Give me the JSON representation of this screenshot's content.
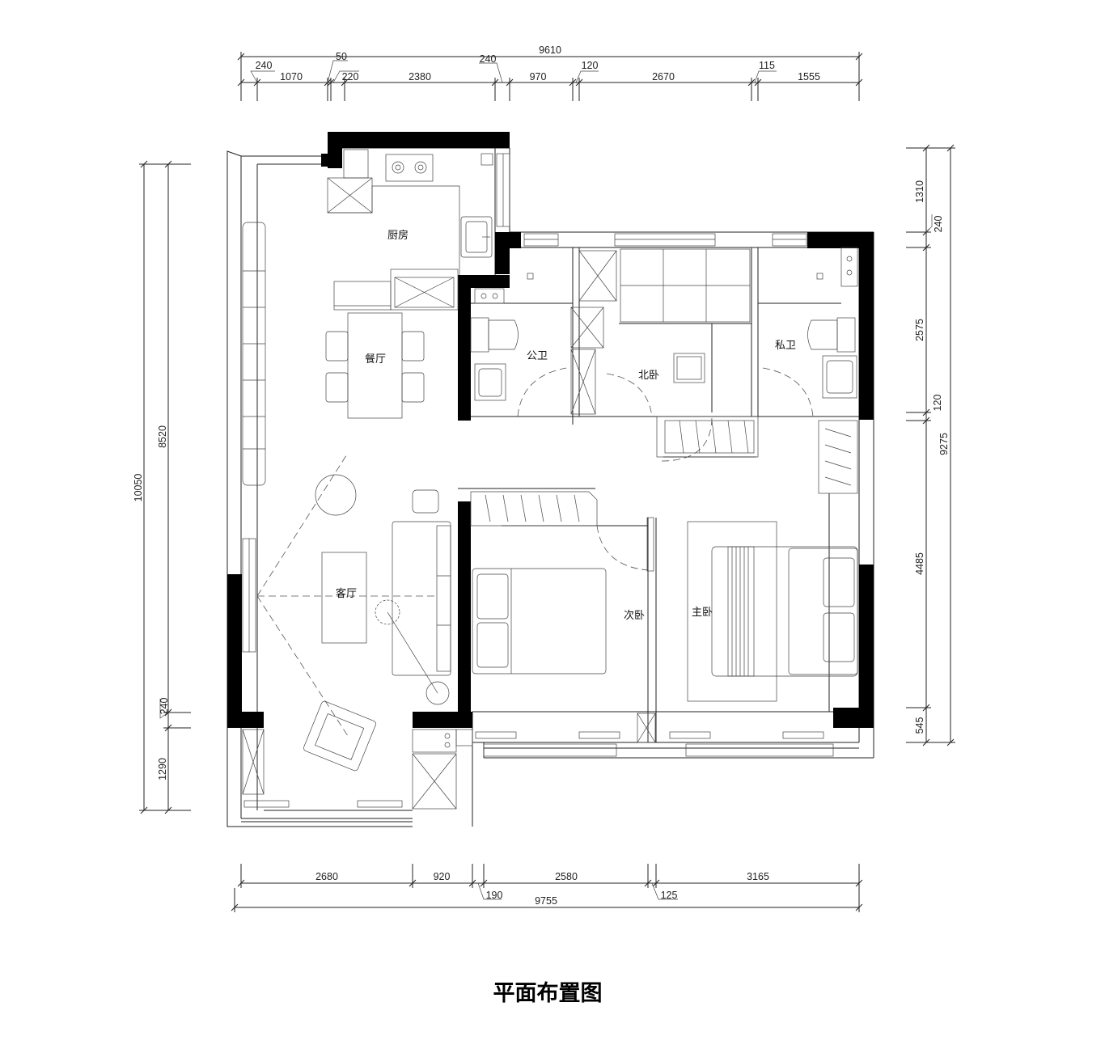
{
  "title": "平面布置图",
  "rooms": {
    "kitchen": "厨房",
    "dining": "餐厅",
    "public_bath": "公卫",
    "north_bedroom": "北卧",
    "private_bath": "私卫",
    "living": "客厅",
    "second_bedroom": "次卧",
    "master_bedroom": "主卧"
  },
  "dimensions": {
    "top_total": "9610",
    "top_upper": [
      "240",
      "50",
      "240",
      "120",
      "115"
    ],
    "top_lower": [
      "1070",
      "220",
      "2380",
      "970",
      "2670",
      "1555"
    ],
    "bottom_upper": [
      "2680",
      "920",
      "2580",
      "3165"
    ],
    "bottom_lower": [
      "190",
      "125"
    ],
    "bottom_total": "9755",
    "left_outer": "10050",
    "left_inner": [
      "8520",
      "240",
      "1290"
    ],
    "right_inner": [
      "1310",
      "240",
      "2575",
      "120",
      "4485",
      "545"
    ],
    "right_outer": "9275"
  }
}
